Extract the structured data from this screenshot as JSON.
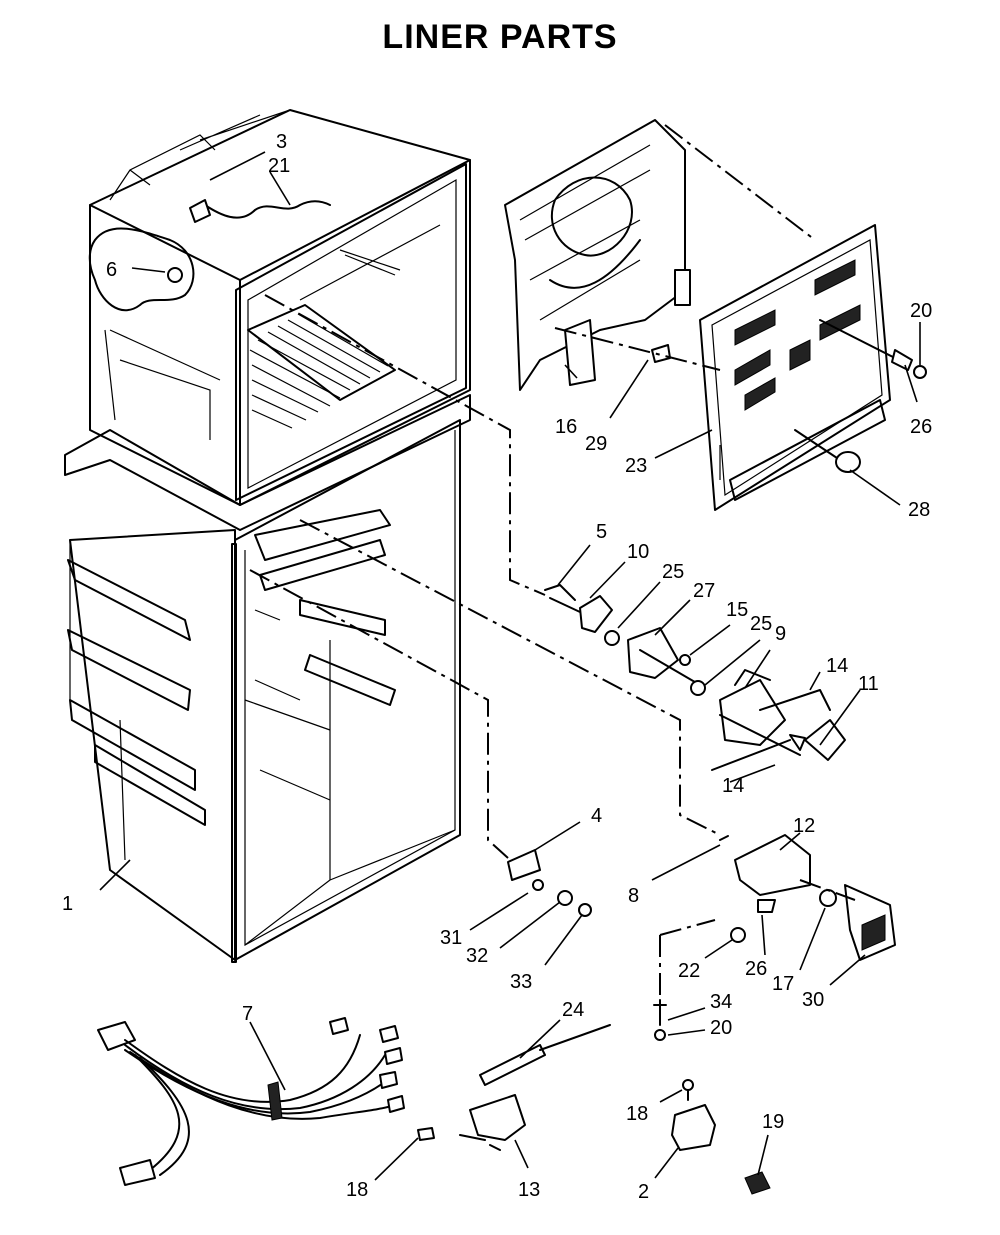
{
  "title": "LINER PARTS",
  "callouts": {
    "p1": "1",
    "p2": "2",
    "p3": "3",
    "p4": "4",
    "p5": "5",
    "p6": "6",
    "p7": "7",
    "p8": "8",
    "p9": "9",
    "p10": "10",
    "p11": "11",
    "p12": "12",
    "p13": "13",
    "p14a": "14",
    "p14b": "14",
    "p15": "15",
    "p16": "16",
    "p17": "17",
    "p18a": "18",
    "p18b": "18",
    "p19": "19",
    "p20a": "20",
    "p20b": "20",
    "p21": "21",
    "p22": "22",
    "p23": "23",
    "p24": "24",
    "p25a": "25",
    "p25b": "25",
    "p26a": "26",
    "p26b": "26",
    "p27": "27",
    "p28": "28",
    "p29": "29",
    "p30": "30",
    "p31": "31",
    "p32": "32",
    "p33": "33",
    "p34": "34"
  }
}
